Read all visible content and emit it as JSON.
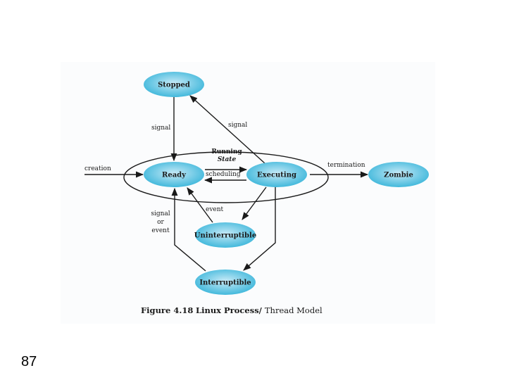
{
  "colors": {
    "node_fill_center": "#c7eaf7",
    "node_fill_edge": "#36b4d9",
    "line": "#1a1a1a"
  },
  "states": {
    "stopped": "Stopped",
    "ready": "Ready",
    "executing": "Executing",
    "zombie": "Zombie",
    "uninterruptible": "Uninterruptible",
    "interruptible": "Interruptible"
  },
  "group": {
    "line1": "Running",
    "line2": "State"
  },
  "edges": {
    "signal_left": "signal",
    "signal_right": "signal",
    "creation": "creation",
    "scheduling": "scheduling",
    "termination": "termination",
    "event": "event",
    "signal_or_event_1": "signal",
    "signal_or_event_2": "or",
    "signal_or_event_3": "event"
  },
  "caption": {
    "figure": "Figure 4.18",
    "title_bold": "Linux Process/",
    "title_rest": "Thread Model"
  },
  "page_number": "87"
}
